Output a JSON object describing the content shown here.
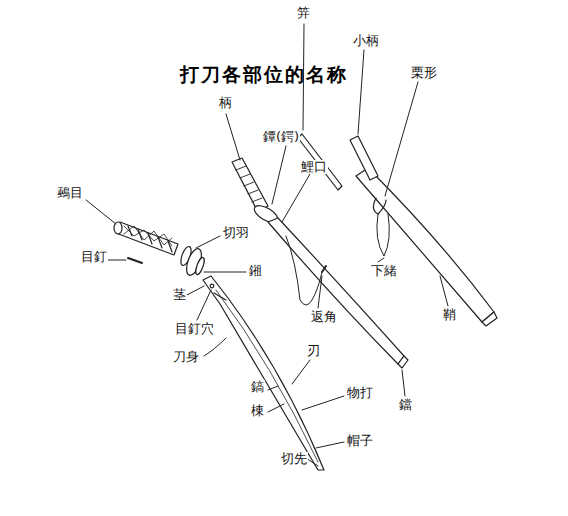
{
  "diagram": {
    "title": "打刀各部位的名称",
    "labels": [
      "笄",
      "小柄",
      "栗形",
      "柄",
      "鐔(鍔)",
      "鯉口",
      "鵐目",
      "切羽",
      "目釘",
      "鎺",
      "下緒",
      "茎",
      "鞘",
      "返角",
      "目釘穴",
      "刀身",
      "刃",
      "鎬",
      "物打",
      "鐺",
      "棟",
      "帽子",
      "切先"
    ]
  }
}
